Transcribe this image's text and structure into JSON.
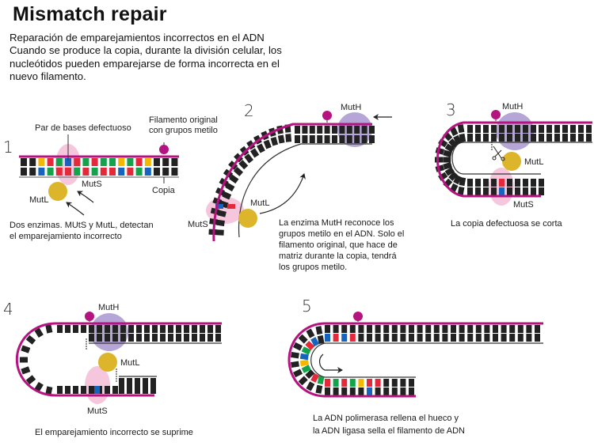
{
  "header": {
    "title": "Mismatch repair",
    "intro_lines": [
      "Reparación de emparejamientos incorrectos en el ADN",
      "Cuando se produce la copia, durante la división celular, los",
      "nucleótidos pueden emparejarse de forma incorrecta en el",
      "nuevo filamento."
    ]
  },
  "colors": {
    "strand": "#b5137f",
    "base_dark": "#222222",
    "red": "#e4293a",
    "green": "#13a34a",
    "blue": "#1565c0",
    "yellow": "#f5b800",
    "muts": "#f6c6dd",
    "mutl": "#dcb52a",
    "muth": "#b6a6d8",
    "methyl": "#b5137f"
  },
  "steps": [
    {
      "number": "1",
      "labels": {
        "mismatch": "Par de bases defectuoso",
        "original_line1": "Filamento original",
        "original_line2": "con grupos metilo",
        "copy": "Copia",
        "muts": "MutS",
        "mutl": "MutL"
      },
      "top_bases": [
        "k",
        "k",
        "y",
        "r",
        "g",
        "b",
        "r",
        "g",
        "r",
        "g",
        "g",
        "y",
        "g",
        "r",
        "y",
        "k",
        "k",
        "k"
      ],
      "bottom_bases": [
        "k",
        "k",
        "b",
        "g",
        "r",
        "r",
        "g",
        "r",
        "g",
        "r",
        "r",
        "b",
        "r",
        "g",
        "b",
        "k",
        "k",
        "k"
      ],
      "caption": [
        "Dos enzimas. MUtS y MutL, detectan",
        "el emparejamiento incorrecto"
      ]
    },
    {
      "number": "2",
      "labels": {
        "muth": "MutH",
        "mutl": "MutL",
        "muts": "MutS"
      },
      "caption": [
        "La enzima MutH reconoce los",
        "grupos metilo en el ADN. Solo el",
        "filamento original, que hace de",
        "matriz durante la copia, tendrá",
        "los grupos metilo."
      ]
    },
    {
      "number": "3",
      "labels": {
        "muth": "MutH",
        "mutl": "MutL",
        "muts": "MutS"
      },
      "caption": [
        "La copia defectuosa se corta"
      ]
    },
    {
      "number": "4",
      "labels": {
        "muth": "MutH",
        "mutl": "MutL",
        "muts": "MutS"
      },
      "caption": [
        "El emparejamiento incorrecto se suprime"
      ]
    },
    {
      "number": "5",
      "loop_outer_colors": [
        "k",
        "k",
        "k",
        "k",
        "k",
        "k",
        "k",
        "k",
        "k",
        "k",
        "k",
        "k"
      ],
      "loop_inner_colors": [
        "g",
        "r",
        "k",
        "g",
        "y",
        "b",
        "g",
        "r",
        "b",
        "k"
      ],
      "top_inner_colors": [
        "b",
        "r",
        "b",
        "r"
      ],
      "bottom_inner_colors": [
        "r",
        "g",
        "r",
        "g",
        "y",
        "r",
        "r",
        "k",
        "k",
        "k"
      ],
      "bottom_outer_colors": [
        "k",
        "k",
        "k",
        "k",
        "k",
        "b",
        "k",
        "k",
        "k",
        "k"
      ],
      "caption": [
        "La ADN polimerasa rellena el hueco y",
        "la ADN ligasa sella el filamento de ADN"
      ]
    }
  ]
}
